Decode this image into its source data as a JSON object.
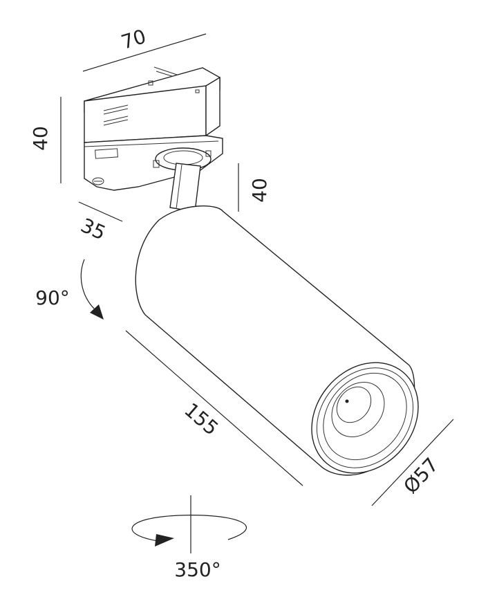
{
  "dimensions": {
    "width_top": "70",
    "height_left": "40",
    "depth": "35",
    "height_right": "40",
    "length": "155",
    "diameter": "Ø57"
  },
  "rotations": {
    "tilt": "90°",
    "pan": "350°"
  }
}
